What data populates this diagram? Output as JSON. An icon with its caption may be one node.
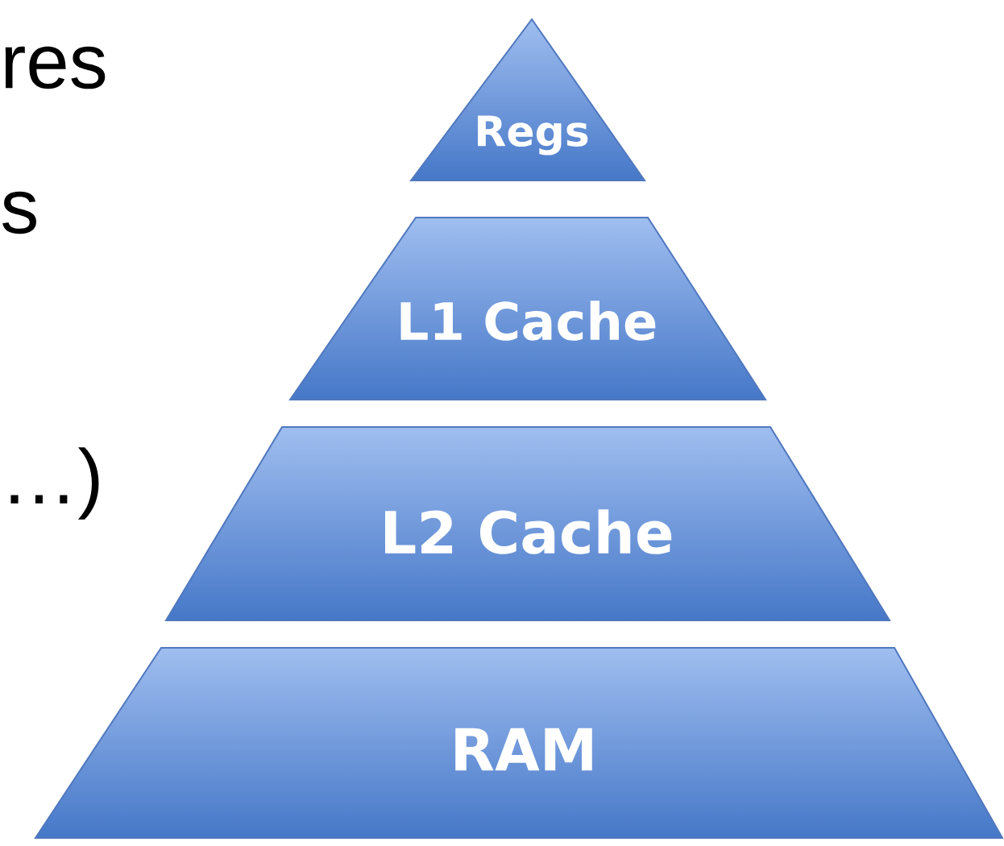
{
  "diagram": {
    "nodes": [
      {
        "text": [
          "Regs"
        ]
      },
      {
        "text": [
          "L1 Cache"
        ]
      },
      {
        "text": [
          "L2 Cache"
        ]
      },
      {
        "text": [
          "RAM"
        ]
      }
    ],
    "labels": [
      "res",
      "s",
      "…)"
    ]
  }
}
